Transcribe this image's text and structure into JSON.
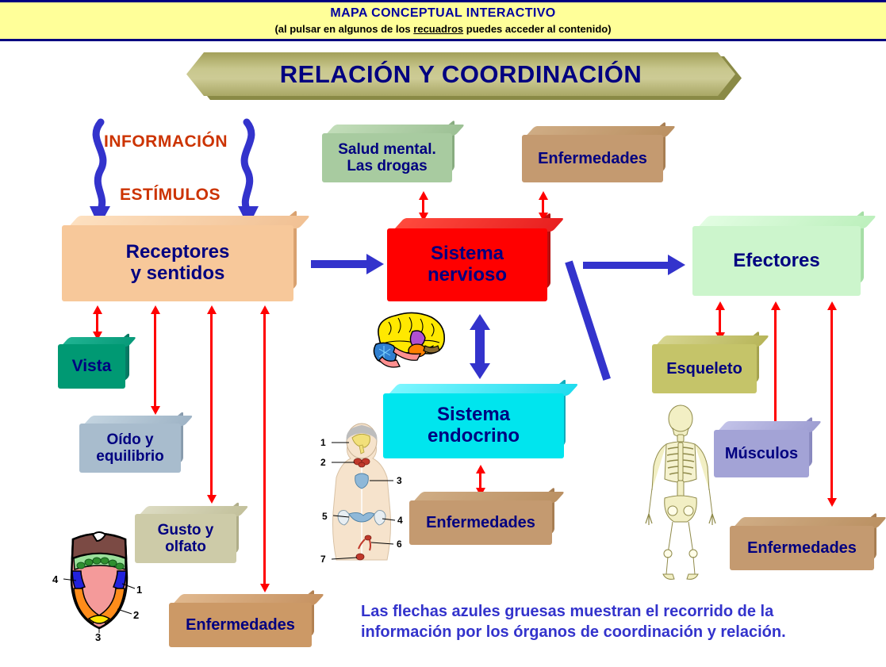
{
  "header": {
    "title": "MAPA CONCEPTUAL INTERACTIVO",
    "subtitle_pre": "(al pulsar en algunos de los ",
    "subtitle_link": "recuadros",
    "subtitle_post": " puedes acceder al contenido)"
  },
  "diagram": {
    "title": "RELACIÓN Y COORDINACIÓN",
    "stimuli": {
      "informacion": "INFORMACIÓN",
      "estimulos": "ESTÍMULOS"
    },
    "footnote_line1": "Las flechas azules gruesas muestran el recorrido de la",
    "footnote_line2": "información por los órganos de coordinación y relación.",
    "boxes": {
      "receptores": "Receptores\ny sentidos",
      "receptores_l1": "Receptores",
      "receptores_l2": "y sentidos",
      "vista": "Vista",
      "oido_l1": "Oído y",
      "oido_l2": "equilibrio",
      "gusto_l1": "Gusto y",
      "gusto_l2": "olfato",
      "enfermedades_receptores": "Enfermedades",
      "salud_l1": "Salud mental.",
      "salud_l2": "Las drogas",
      "enfermedades_nervioso": "Enfermedades",
      "sistema_nervioso_l1": "Sistema",
      "sistema_nervioso_l2": "nervioso",
      "sistema_endocrino_l1": "Sistema",
      "sistema_endocrino_l2": "endocrino",
      "enfermedades_endocrino": "Enfermedades",
      "efectores": "Efectores",
      "esqueleto": "Esqueleto",
      "musculos": "Músculos",
      "enfermedades_efectores": "Enfermedades"
    },
    "illustration_labels": {
      "tongue": [
        "1",
        "2",
        "3",
        "4"
      ],
      "endocrine": [
        "1",
        "2",
        "3",
        "4",
        "5",
        "6",
        "7"
      ]
    },
    "colors": {
      "header_bg": "#ffff99",
      "header_border": "#000080",
      "title_banner": "#c8c78d",
      "text_navy": "#000080",
      "stim_orange": "#cc3300",
      "blue_arrow": "#3333cc",
      "red_arrow": "#ff0000",
      "receptores": "#f7c89a",
      "vista": "#009973",
      "oido": "#a8bccd",
      "gusto": "#cdcba8",
      "enfermedades": "#cc9966",
      "salud": "#a8cba0",
      "sistema_nervioso": "#ff0000",
      "sistema_endocrino": "#00e5ee",
      "efectores": "#ccf5cc",
      "esqueleto": "#c5c469",
      "musculos": "#a3a3d6"
    }
  }
}
